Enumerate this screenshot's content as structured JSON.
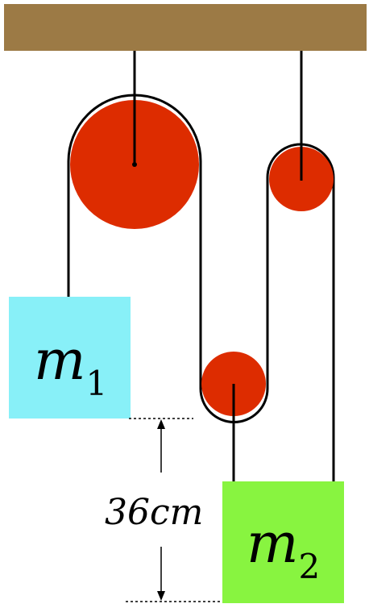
{
  "colors": {
    "ceiling": "#9c7a45",
    "pulley": "#dd2c00",
    "rope": "#000000",
    "mass1": "#88f0f8",
    "mass2": "#88f440"
  },
  "mass1": {
    "symbol": "m",
    "subscript": "1"
  },
  "mass2": {
    "symbol": "m",
    "subscript": "2"
  },
  "dimension": {
    "label": "36cm"
  }
}
